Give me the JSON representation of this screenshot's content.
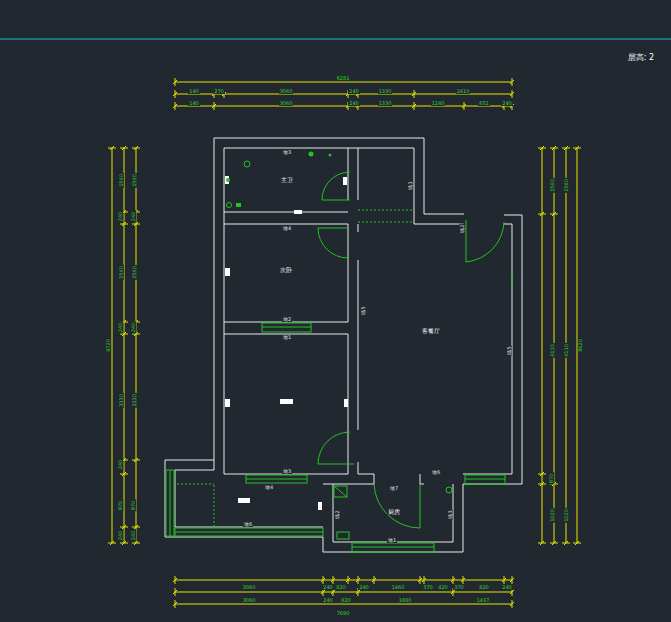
{
  "diagram": {
    "labels": [
      "层高: 2",
      "6281",
      "140",
      "270",
      "3060",
      "240",
      "1330",
      "2410",
      "140",
      "3060",
      "240",
      "1330",
      "1240",
      "651",
      "240",
      "9720",
      "1540",
      "240",
      "1540",
      "240",
      "3330",
      "240",
      "870",
      "240",
      "1540",
      "240",
      "1540",
      "240",
      "3330",
      "870",
      "240",
      "1560",
      "4110",
      "870",
      "1020",
      "1560",
      "4110",
      "1020",
      "8620",
      "3060",
      "240",
      "820",
      "240",
      "1460",
      "370",
      "420",
      "370",
      "820",
      "240",
      "3060",
      "240",
      "820",
      "1880",
      "1437",
      "7690",
      "主卫",
      "次卧",
      "客餐厅",
      "厨房",
      "墙3",
      "墙4",
      "墙2",
      "墙1",
      "墙3",
      "墙4",
      "墙6",
      "墙6",
      "墙7",
      "墙1",
      "墙2",
      "墙3",
      "墙5",
      "墙1",
      "墙2",
      "墙5"
    ]
  }
}
